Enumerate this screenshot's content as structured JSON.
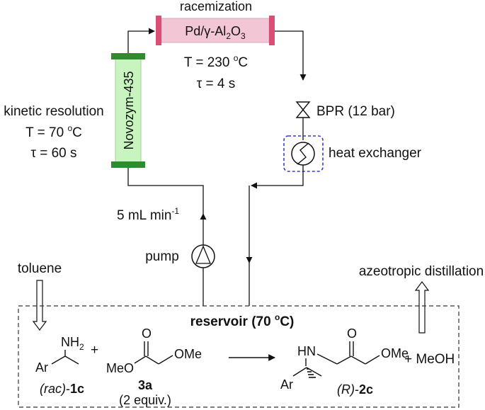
{
  "racemization": {
    "title": "racemization",
    "column_label_main": "Pd/γ-Al",
    "column_label_sub1": "2",
    "column_label_mid": "O",
    "column_label_sub2": "3",
    "temp_prefix": "T = 230 ",
    "temp_sup": "o",
    "temp_unit": "C",
    "tau": "τ = 4 s"
  },
  "resolution": {
    "title": "kinetic resolution",
    "column_label": "Novozym-435",
    "temp_prefix": "T = 70 ",
    "temp_sup": "o",
    "temp_unit": "C",
    "tau": "τ = 60 s"
  },
  "bpr_label": "BPR (12 bar)",
  "heat_exchanger_label": "heat exchanger",
  "flow_rate_main": "5 mL min",
  "flow_rate_sup": "-1",
  "pump_label": "pump",
  "toluene_label": "toluene",
  "distillation_label": "azeotropic distillation",
  "reservoir": {
    "label_prefix": "reservoir (70 ",
    "label_sup": "o",
    "label_suffix": "C)"
  },
  "reaction": {
    "amine_nh": "NH",
    "amine_nh_sub": "2",
    "amine_ar": "Ar",
    "amine_label_paren": "(rac)",
    "amine_label_dash": "-",
    "amine_label_code": "1c",
    "plus1": "+",
    "ester_meo": "MeO",
    "ester_o": "O",
    "ester_ome": "OMe",
    "ester_code": "3a",
    "ester_equiv": "(2 equiv.)",
    "product_hn": "HN",
    "product_o": "O",
    "product_ome": "OMe",
    "product_ar": "Ar",
    "product_label_paren": "(R)",
    "product_label_dash": "-",
    "product_label_code": "2c",
    "byproduct": "+ MeOH"
  },
  "colors": {
    "racemization_column": "#f2c6d4",
    "racemization_caps": "#d94e73",
    "resolution_column": "#c8f5bf",
    "resolution_caps": "#2e8b2e",
    "heat_exchanger_box": "#3a3ad0"
  }
}
